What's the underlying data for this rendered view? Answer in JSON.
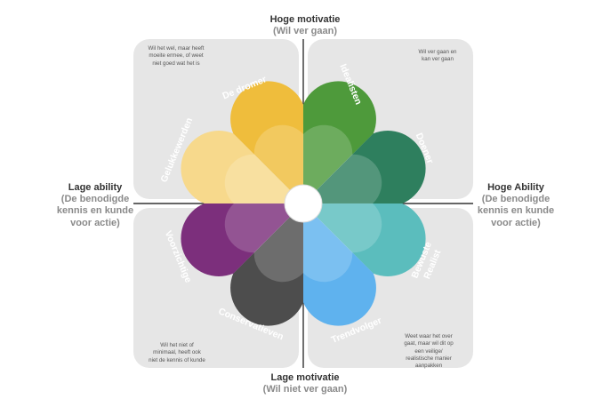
{
  "axes": {
    "top": {
      "main": "Hoge motivatie",
      "sub": "(Wil ver gaan)"
    },
    "bottom": {
      "main": "Lage motivatie",
      "sub": "(Wil niet ver gaan)"
    },
    "left": {
      "line1": "Lage ability",
      "line2": "(De benodigde",
      "line3": "kennis en kunde",
      "line4": "voor actie)"
    },
    "right": {
      "line1": "Hoge Ability",
      "line2": "(De benodigde",
      "line3": "kennis en kunde",
      "line4": "voor actie)"
    }
  },
  "notes": {
    "top_left": [
      "Wil het wel, maar heeft",
      "moeite ermee, of weet",
      "niet goed wat het is"
    ],
    "top_right": [
      "Wil ver gaan en",
      "kan ver gaan"
    ],
    "bottom_left": [
      "Wil het niet of",
      "minimaal, heeft ook",
      "niet de kennis of kunde"
    ],
    "bottom_right": [
      "Weet waar het over",
      "gaat, maar wil dit op",
      "een veilige/",
      "realistische manier",
      "aanpakken"
    ]
  },
  "petals": {
    "dromer": {
      "label": "De dromer",
      "color": "#efbd3c"
    },
    "gelukkewerden": {
      "label": "Gelukkewerden",
      "color": "#f7d98c"
    },
    "idealisten": {
      "label": "Idealisten",
      "color": "#4e9a3b"
    },
    "doener": {
      "label": "Doener",
      "color": "#2e7f5e"
    },
    "bewuste": {
      "label1": "Bewuste",
      "label2": "Realist",
      "color": "#5bbdbd"
    },
    "trendvolger": {
      "label": "Trendvolger",
      "color": "#5fb2ee"
    },
    "conservatieven": {
      "label": "Conservatieven",
      "color": "#4d4d4d"
    },
    "voorzichtige": {
      "label": "Voorzichtige",
      "color": "#7c2f7c"
    }
  }
}
